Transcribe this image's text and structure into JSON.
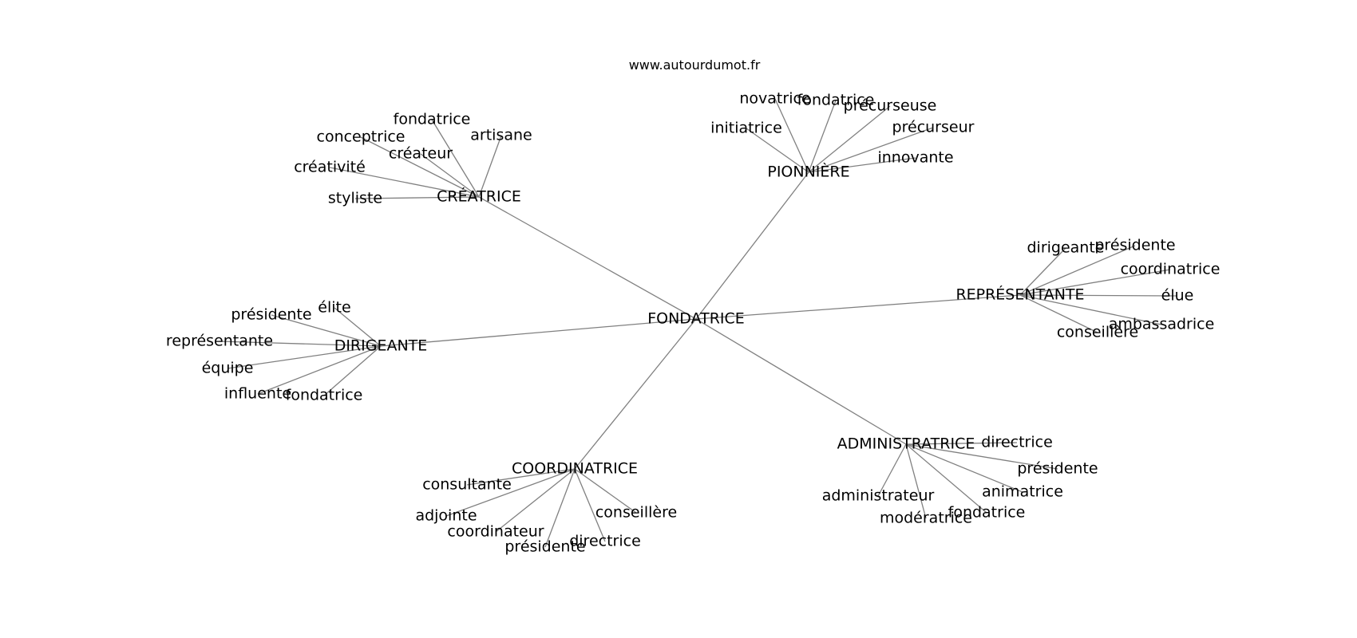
{
  "header": {
    "site": "www.autourdumot.fr"
  },
  "graph": {
    "center": "FONDATRICE",
    "edge_color": "#808080",
    "hubs": [
      {
        "label": "CRÉATRICE",
        "leaves": [
          "fondatrice",
          "artisane",
          "conceptrice",
          "créateur",
          "créativité",
          "styliste"
        ]
      },
      {
        "label": "PIONNIÈRE",
        "leaves": [
          "novatrice",
          "fondatrice",
          "précurseuse",
          "initiatrice",
          "précurseur",
          "innovante"
        ]
      },
      {
        "label": "REPRÉSENTANTE",
        "leaves": [
          "dirigeante",
          "présidente",
          "coordinatrice",
          "élue",
          "ambassadrice",
          "conseillère"
        ]
      },
      {
        "label": "DIRIGEANTE",
        "leaves": [
          "élite",
          "présidente",
          "représentante",
          "équipe",
          "influente",
          "fondatrice"
        ]
      },
      {
        "label": "COORDINATRICE",
        "leaves": [
          "consultante",
          "adjointe",
          "coordinateur",
          "présidente",
          "directrice",
          "conseillère"
        ]
      },
      {
        "label": "ADMINISTRATRICE",
        "leaves": [
          "directrice",
          "présidente",
          "animatrice",
          "fondatrice",
          "modératrice",
          "administrateur"
        ]
      }
    ]
  }
}
